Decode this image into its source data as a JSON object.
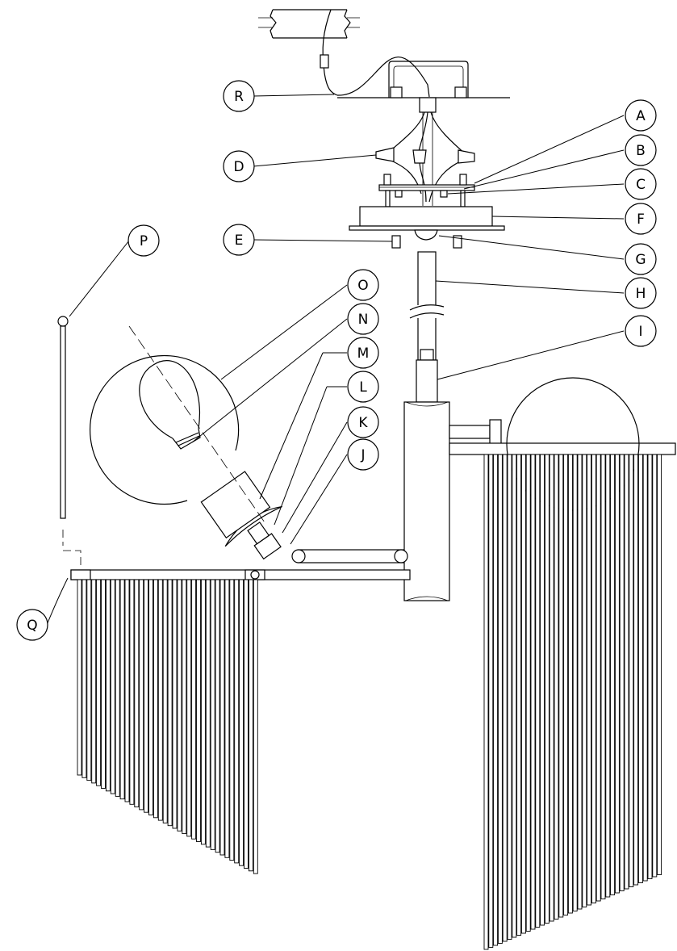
{
  "diagram": {
    "callouts": [
      {
        "id": "A",
        "label": "A"
      },
      {
        "id": "B",
        "label": "B"
      },
      {
        "id": "C",
        "label": "C"
      },
      {
        "id": "D",
        "label": "D"
      },
      {
        "id": "E",
        "label": "E"
      },
      {
        "id": "F",
        "label": "F"
      },
      {
        "id": "G",
        "label": "G"
      },
      {
        "id": "H",
        "label": "H"
      },
      {
        "id": "I",
        "label": "I"
      },
      {
        "id": "J",
        "label": "J"
      },
      {
        "id": "K",
        "label": "K"
      },
      {
        "id": "L",
        "label": "L"
      },
      {
        "id": "M",
        "label": "M"
      },
      {
        "id": "N",
        "label": "N"
      },
      {
        "id": "O",
        "label": "O"
      },
      {
        "id": "P",
        "label": "P"
      },
      {
        "id": "Q",
        "label": "Q"
      },
      {
        "id": "R",
        "label": "R"
      }
    ]
  }
}
